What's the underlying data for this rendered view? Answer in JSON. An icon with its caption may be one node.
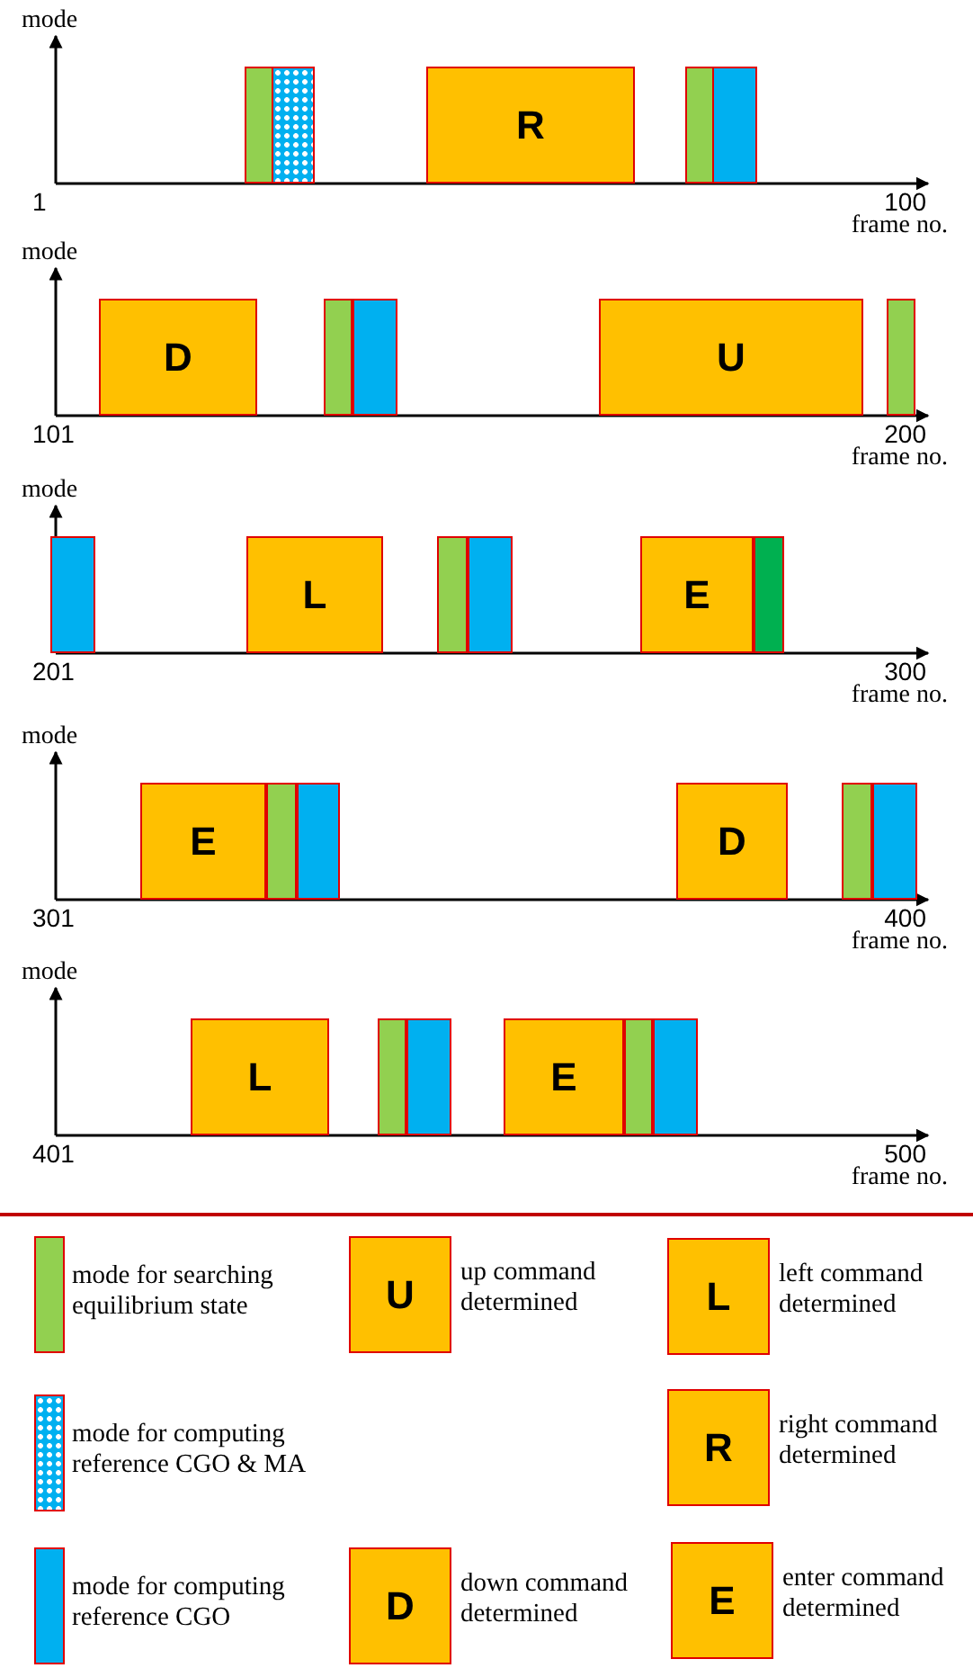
{
  "diagram": {
    "nodes": [
      {
        "text": [],
        "shape": "bar"
      },
      {
        "text": [],
        "shape": "bar"
      },
      {
        "text": [
          "R"
        ]
      },
      {
        "text": [],
        "shape": "bar"
      },
      {
        "text": [],
        "shape": "bar"
      },
      {
        "text": [
          "D"
        ]
      },
      {
        "text": [],
        "shape": "bar"
      },
      {
        "text": [],
        "shape": "bar"
      },
      {
        "text": [
          "U"
        ]
      },
      {
        "text": [],
        "shape": "bar"
      },
      {
        "text": [],
        "shape": "bar"
      },
      {
        "text": [
          "L"
        ]
      },
      {
        "text": [],
        "shape": "bar"
      },
      {
        "text": [],
        "shape": "bar"
      },
      {
        "text": [
          "E"
        ]
      },
      {
        "text": [],
        "shape": "bar"
      },
      {
        "text": [
          "E"
        ]
      },
      {
        "text": [],
        "shape": "bar"
      },
      {
        "text": [],
        "shape": "bar"
      },
      {
        "text": [
          "D"
        ]
      },
      {
        "text": [],
        "shape": "bar"
      },
      {
        "text": [],
        "shape": "bar"
      },
      {
        "text": [
          "L"
        ]
      },
      {
        "text": [],
        "shape": "bar"
      },
      {
        "text": [],
        "shape": "bar"
      },
      {
        "text": [
          "E"
        ]
      },
      {
        "text": [],
        "shape": "bar"
      },
      {
        "text": [],
        "shape": "bar"
      },
      {
        "text": [
          "U"
        ],
        "beside": [
          "up command determined"
        ]
      },
      {
        "text": [
          "L"
        ],
        "beside": [
          "left command determined"
        ]
      },
      {
        "text": [
          "R"
        ],
        "beside": [
          "right command determined"
        ]
      },
      {
        "text": [
          "D"
        ],
        "beside": [
          "down command determined"
        ]
      },
      {
        "text": [
          "E"
        ],
        "beside": [
          "enter command determined"
        ]
      }
    ],
    "edges": [],
    "labels": [
      "mode",
      "1",
      "100",
      "frame no.",
      "mode",
      "101",
      "200",
      "frame no.",
      "mode",
      "201",
      "300",
      "frame no.",
      "mode",
      "301",
      "400",
      "frame no.",
      "mode",
      "401",
      "500",
      "frame no."
    ],
    "legend": [
      {
        "text": "mode for searching equilibrium state",
        "color": "#92d050"
      },
      {
        "text": "mode for computing reference CGO & MA"
      },
      {
        "text": "mode for computing reference CGO",
        "color": "#00b0f0"
      }
    ]
  }
}
